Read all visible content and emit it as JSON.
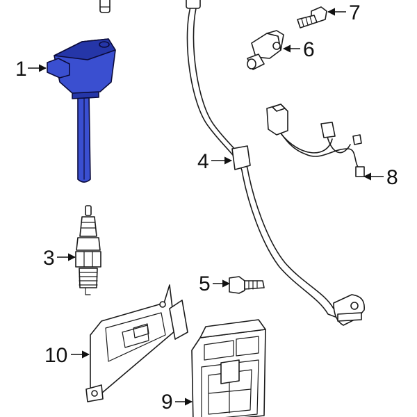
{
  "colors": {
    "highlight": "#3a4fd0",
    "highlight_dark": "#2536a8",
    "line": "#1a1a1a",
    "background": "#ffffff"
  },
  "callouts": {
    "c1": "1",
    "c3": "3",
    "c4": "4",
    "c5": "5",
    "c6": "6",
    "c7": "7",
    "c8": "8",
    "c9": "9",
    "c10": "10"
  }
}
